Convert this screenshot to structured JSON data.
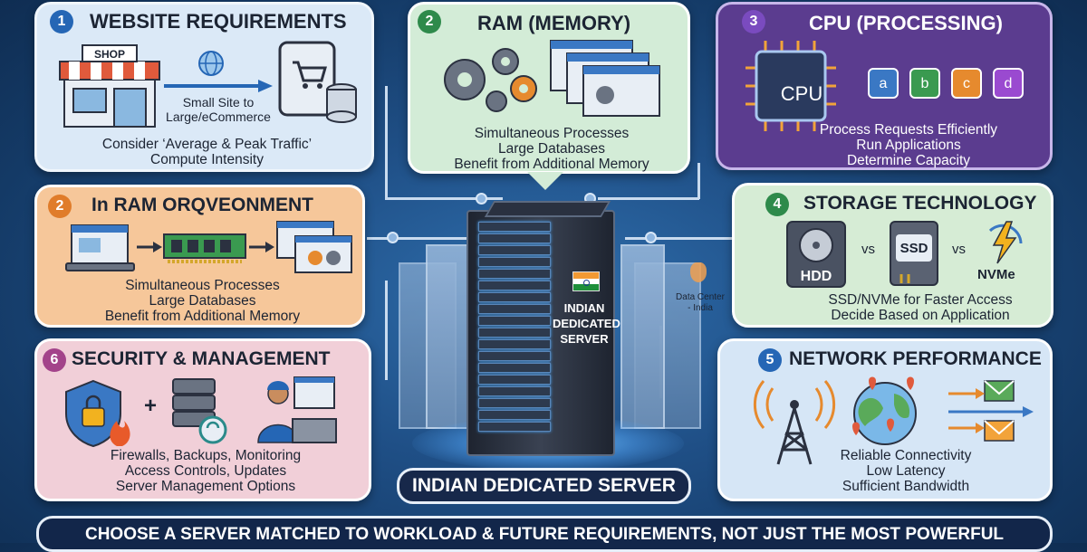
{
  "cards": {
    "website": {
      "number": "1",
      "title": "WEBSITE REQUIREMENTS",
      "shop_sign": "SHOP",
      "caption": "Small Site to Large/eCommerce",
      "caption_lines": [
        "Small Site to",
        "Large/eCommerce"
      ],
      "lines": [
        "Consider ‘Average & Peak Traffic’",
        "Compute Intensity"
      ]
    },
    "ram": {
      "number": "2",
      "title": "RAM (MEMORY)",
      "lines": [
        "Simultaneous Processes",
        "Large Databases",
        "Benefit from Additional Memory"
      ]
    },
    "cpu": {
      "number": "3",
      "title": "CPU (PROCESSING)",
      "chip_label": "CPU",
      "cores": [
        "a",
        "b",
        "c",
        "d"
      ],
      "lines": [
        "Process Requests Efficiently",
        "Run Applications",
        "Determine Capacity"
      ]
    },
    "inram": {
      "number": "2",
      "title": "In RAM ORQVEONMENT",
      "lines": [
        "Simultaneous Processes",
        "Large Databases",
        "Benefit from Additional Memory"
      ]
    },
    "storage": {
      "number": "4",
      "title": "STORAGE TECHNOLOGY",
      "hdd": "HDD",
      "ssd": "SSD",
      "nvme": "NVMe",
      "vs": "vs",
      "lines": [
        "SSD/NVMe for Faster Access",
        "Decide Based on Application"
      ]
    },
    "security": {
      "number": "6",
      "title": "SECURITY & MANAGEMENT",
      "plus": "+",
      "lines": [
        "Firewalls, Backups, Monitoring",
        "Access Controls, Updates",
        "Server Management Options"
      ]
    },
    "network": {
      "number": "5",
      "title": "NETWORK PERFORMANCE",
      "lines": [
        "Reliable Connectivity",
        "Low Latency",
        "Sufficient Bandwidth"
      ]
    }
  },
  "server": {
    "label_lines": [
      "INDIAN",
      "DEDICATED",
      "SERVER"
    ],
    "datacenter_lines": [
      "Data Center",
      "- India"
    ],
    "banner": "INDIAN DEDICATED SERVER"
  },
  "footer": "CHOOSE A SERVER MATCHED TO WORKLOAD & FUTURE REQUIREMENTS, NOT JUST THE MOST POWERFUL",
  "colors": {
    "website": "#dbe9f7",
    "ram": "#d3ecd7",
    "cpu": "#5b3c8f",
    "inram": "#f6c79a",
    "storage": "#d6ecd5",
    "security": "#f1cfd8",
    "network": "#d6e6f6",
    "badge_blue": "#2566b5",
    "badge_green": "#2e8a4b",
    "badge_purple": "#7a4bbf",
    "badge_orange": "#e07c2a",
    "badge_pink": "#a3438a"
  }
}
